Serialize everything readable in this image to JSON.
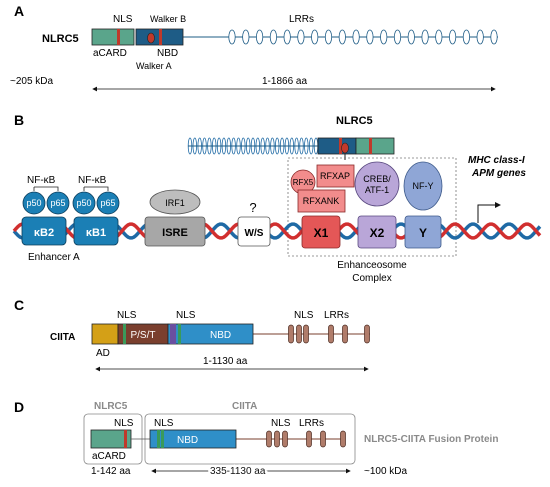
{
  "panel_a": {
    "letter": "A",
    "protein": "NLRC5",
    "nls": "NLS",
    "walker_b": "Walker B",
    "lrrs": "LRRs",
    "acard": "aCARD",
    "nbd": "NBD",
    "walker_a": "Walker A",
    "mass": "~205 kDa",
    "length": "1-1866 aa"
  },
  "panel_b": {
    "letter": "B",
    "nlrc5": "NLRC5",
    "nfkb_1": "NF-κB",
    "nfkb_2": "NF-κB",
    "p50_1": "p50",
    "p65_1": "p65",
    "p50_2": "p50",
    "p65_2": "p65",
    "kb2": "κB2",
    "kb1": "κB1",
    "enhancer_a": "Enhancer A",
    "irf1": "IRF1",
    "isre": "ISRE",
    "question": "?",
    "ws": "W/S",
    "rfx5": "RFX5",
    "rfxap": "RFXAP",
    "rfxank": "RFXANK",
    "creb": "CREB/",
    "atf1": "ATF-1",
    "nfy": "NF-Y",
    "x1": "X1",
    "x2": "X2",
    "y": "Y",
    "enhanceosome": "Enhanceosome",
    "complex": "Complex",
    "mhc_line1": "MHC class-I",
    "mhc_line2": "APM genes"
  },
  "panel_c": {
    "letter": "C",
    "protein": "CIITA",
    "nls_1": "NLS",
    "nls_2": "NLS",
    "nls_3": "NLS",
    "pst": "P/S/T",
    "nbd": "NBD",
    "lrrs": "LRRs",
    "ad": "AD",
    "length": "1-1130 aa"
  },
  "panel_d": {
    "letter": "D",
    "nlrc5": "NLRC5",
    "ciita": "CIITA",
    "nls_1": "NLS",
    "nls_2": "NLS",
    "nls_3": "NLS",
    "lrrs": "LRRs",
    "acard": "aCARD",
    "nbd": "NBD",
    "fusion": "NLRC5-CIITA Fusion Protein",
    "range_1": "1-142 aa",
    "range_2": "335-1130 aa",
    "mass": "~100 kDa"
  },
  "colors": {
    "teal": "#5aa58b",
    "red_band": "#c0392b",
    "nbd_blue": "#1e5c86",
    "dna_blue": "#1f6aa5",
    "dna_red": "#d12f2f",
    "kb_blue": "#1b7fb5",
    "salmon": "#f28c8c",
    "lavender": "#b9a6d8",
    "periwinkle": "#8fa6d6",
    "ciita_gold": "#d4a017",
    "ciita_brown": "#7a3f2e",
    "ciita_nbd": "#2f8fc8",
    "lrr_brown": "#b07c6a"
  }
}
